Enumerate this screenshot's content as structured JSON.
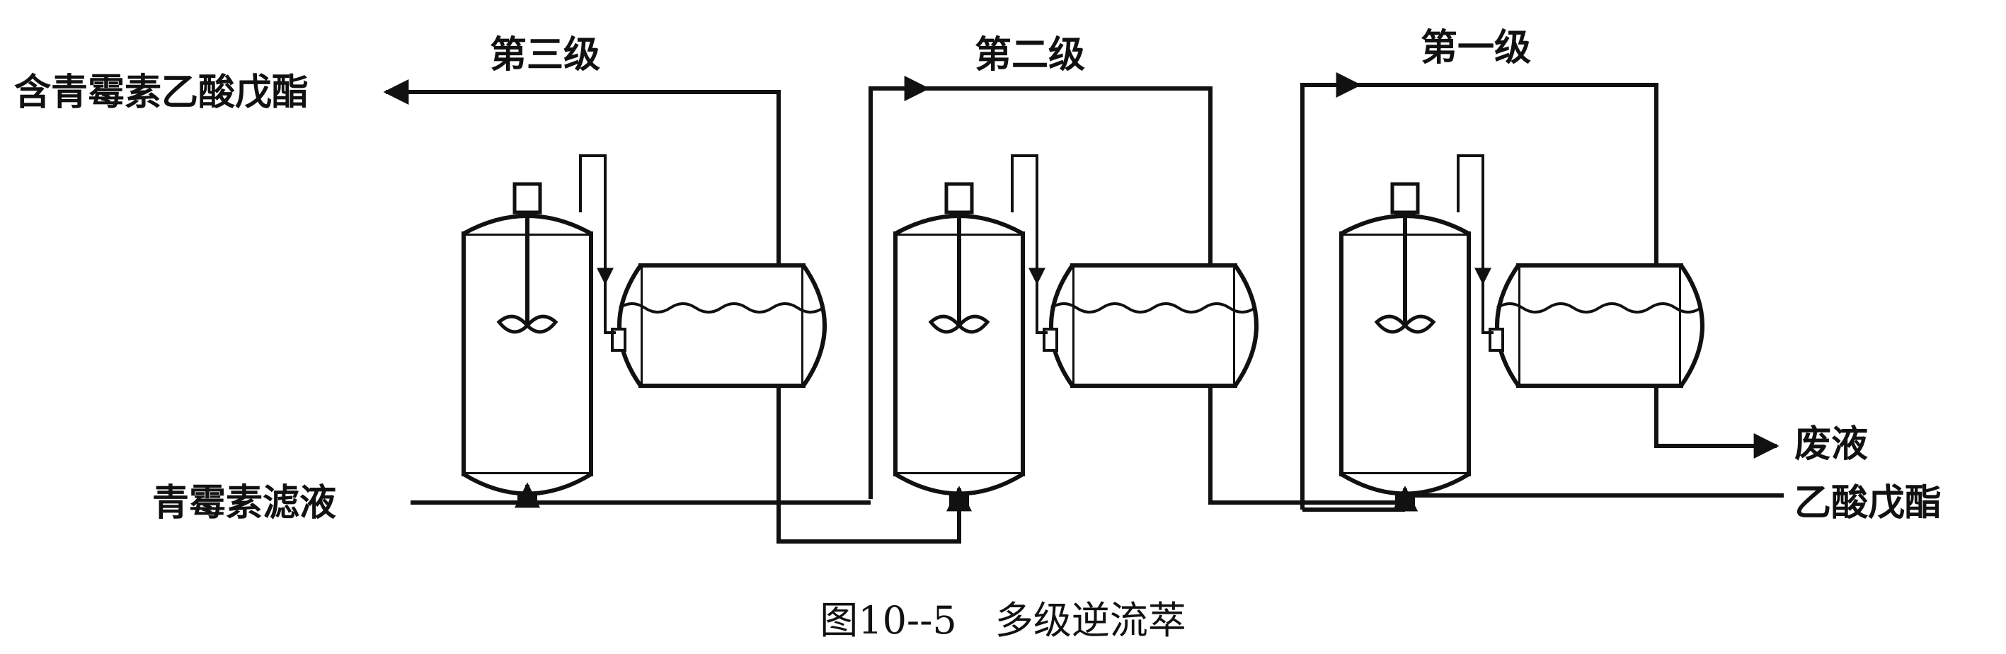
{
  "stages": {
    "third": "第三级",
    "second": "第二级",
    "first": "第一级"
  },
  "streams": {
    "extract_out": "含青霉素乙酸戊酯",
    "feed_in": "青霉素滤液",
    "waste_out": "废液",
    "solvent_in": "乙酸戊酯"
  },
  "caption": "图10--5　多级逆流萃"
}
